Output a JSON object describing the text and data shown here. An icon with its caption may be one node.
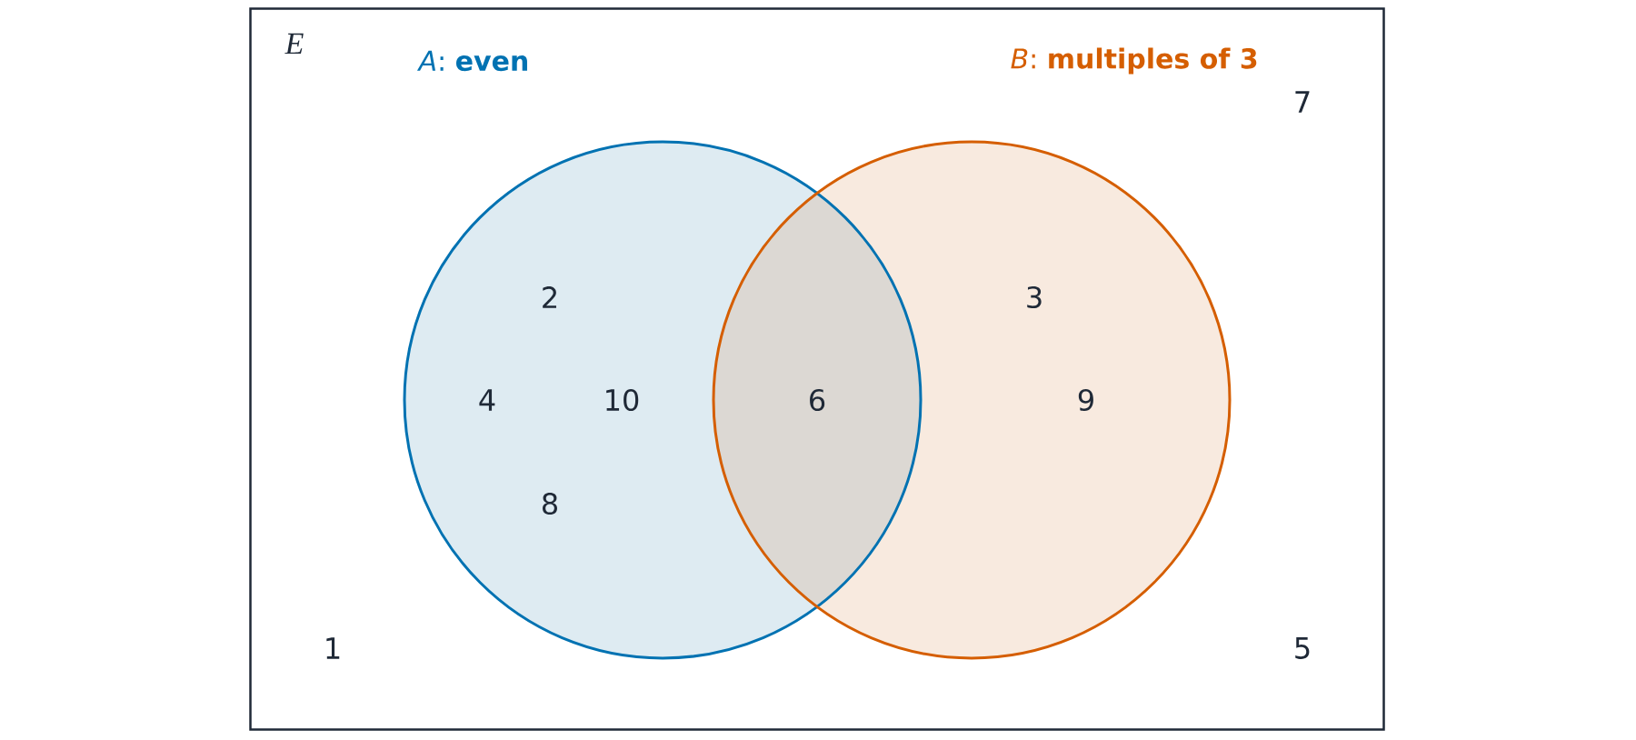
{
  "diagram": {
    "nodes": [
      {
        "text": [
          "E"
        ]
      },
      {
        "text": [
          "*A*: **even**"
        ],
        "in": 0
      },
      {
        "text": [
          "*B*: **multiples of 3**"
        ],
        "in": 0
      }
    ],
    "labels": [
      "7",
      "2",
      "3",
      "4",
      "10",
      "6",
      "9",
      "8",
      "1",
      "5"
    ]
  }
}
